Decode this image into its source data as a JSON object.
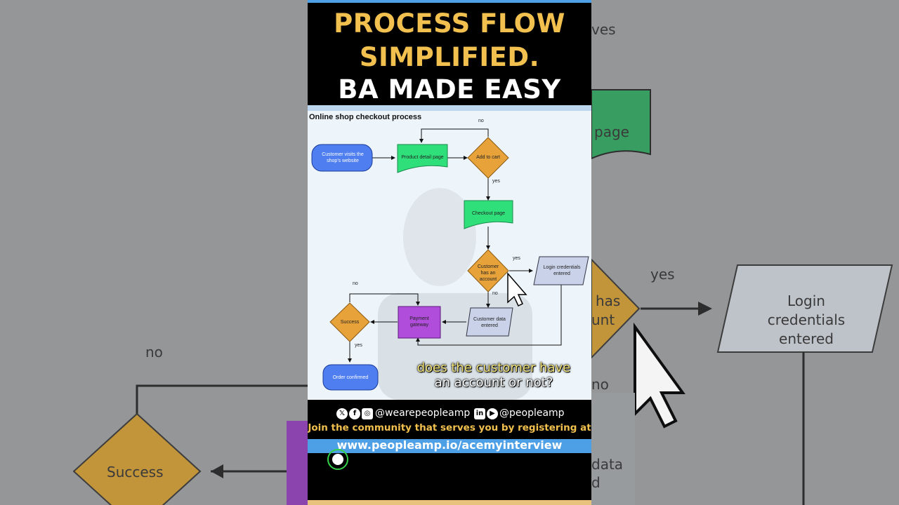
{
  "headline": {
    "line1": "PROCESS FLOW",
    "line2": "SIMPLIFIED.",
    "line3": "BA MADE EASY"
  },
  "diagram": {
    "title": "Online shop checkout process",
    "nodes": {
      "start": "Customer visits the shop's website",
      "product": "Product detail page",
      "add_to_cart": "Add to cart",
      "checkout": "Checkout page",
      "has_account": "Customer has an account",
      "login": "Login credentials entered",
      "customer_data": "Customer data entered",
      "payment": "Payment gateway",
      "success": "Success",
      "confirmed": "Order confirmed"
    },
    "edge_labels": {
      "cart_no": "no",
      "cart_yes": "yes",
      "account_yes": "yes",
      "account_no": "no",
      "success_no": "no",
      "success_yes": "yes"
    },
    "colors": {
      "terminal": "#4f7ef0",
      "document": "#2fe07a",
      "decision": "#e8a23a",
      "process": "#b14ddb",
      "io": "#c9d2e8"
    }
  },
  "caption": {
    "line1": "does the customer have",
    "line2": "an account or not?"
  },
  "footer": {
    "social_icons": [
      "x-icon",
      "facebook-icon",
      "instagram-icon",
      "linkedin-icon",
      "youtube-icon"
    ],
    "handle_left": "@wearepeopleamp",
    "handle_right": "@peopleamp",
    "join_text": "Join the community that serves you by registering at",
    "url": "www.peopleamp.io/acemyinterview"
  },
  "background": {
    "ghost_yes": "yes",
    "ghost_page": "page",
    "ghost_has": "has",
    "ghost_unt": "unt",
    "ghost_login": "Login credentials entered",
    "ghost_no_left": "no",
    "ghost_no_right": "no",
    "ghost_success": "Success",
    "ghost_data": "data",
    "ghost_d": "d",
    "ghost_ves": "ves"
  }
}
